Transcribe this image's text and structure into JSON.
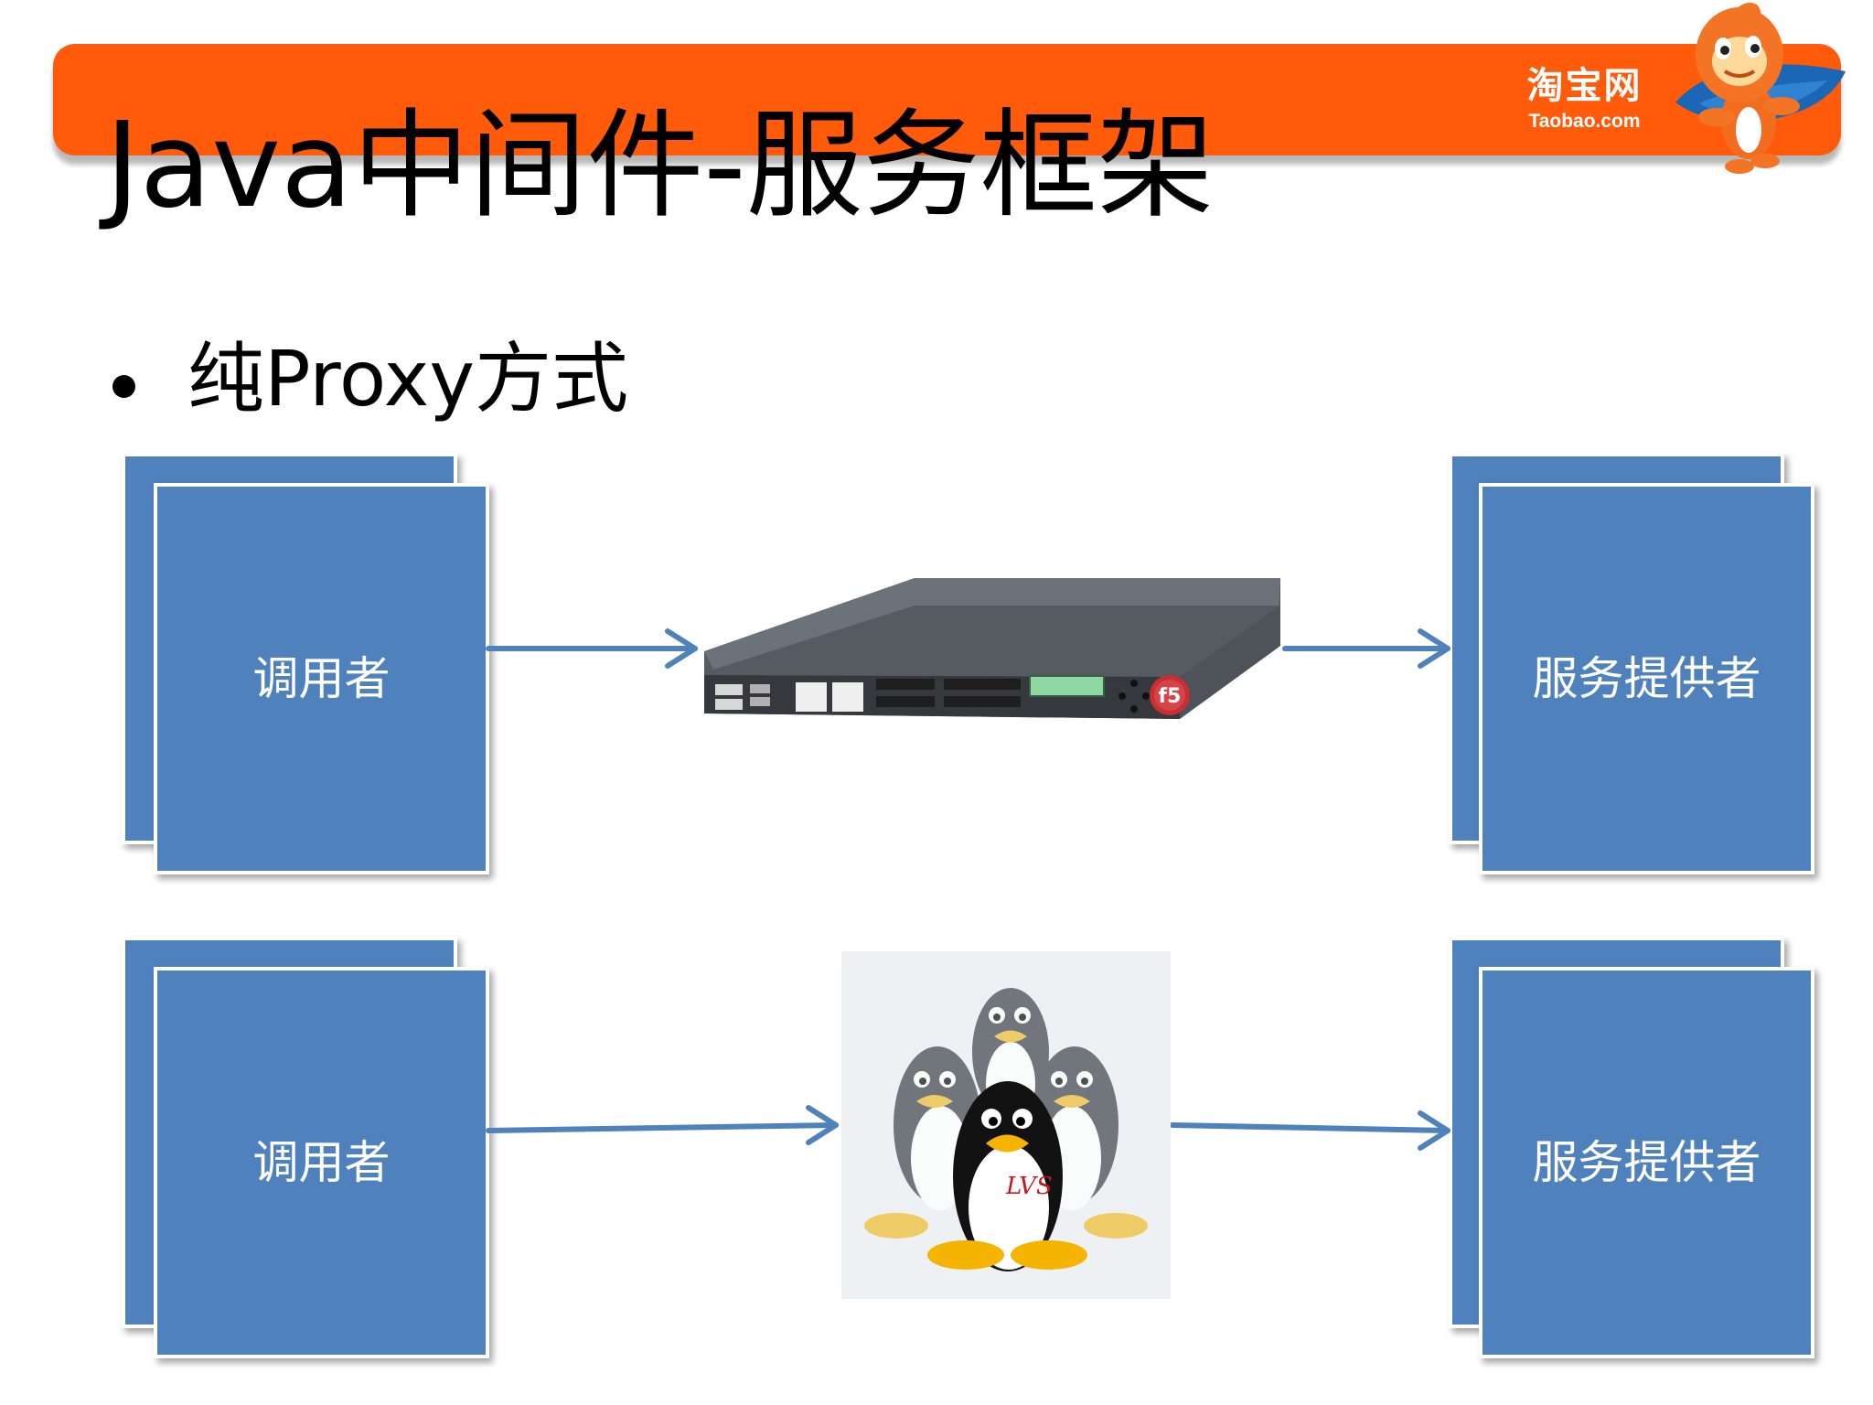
{
  "slide": {
    "title": "Java中间件-服务框架",
    "bullet": "纯Proxy方式"
  },
  "brand": {
    "name_cn": "淘宝网",
    "name_en": "Taobao.com",
    "mascot_icon": "taobao-mascot-icon"
  },
  "rows": [
    {
      "caller_label": "调用者",
      "middle_icon": "f5-load-balancer-icon",
      "provider_label": "服务提供者"
    },
    {
      "caller_label": "调用者",
      "middle_icon": "lvs-penguins-icon",
      "middle_label": "LVS",
      "provider_label": "服务提供者"
    }
  ],
  "colors": {
    "banner": "#ff5b0a",
    "box": "#4f81bd",
    "arrow": "#4f81bd"
  }
}
